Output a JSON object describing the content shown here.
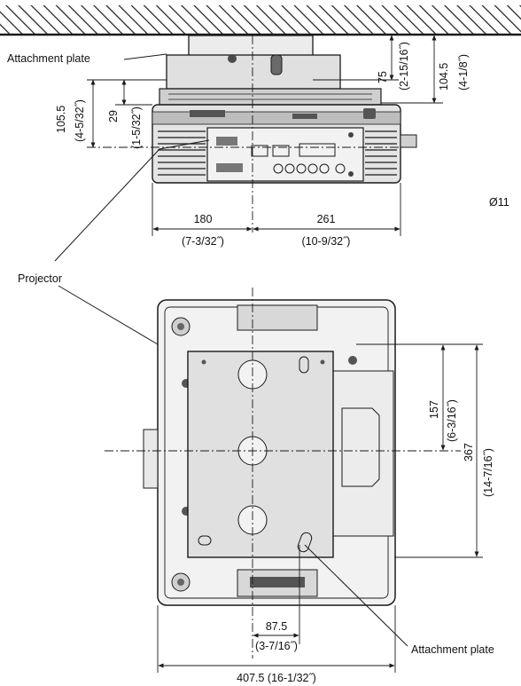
{
  "labels": {
    "attachment_plate_top": "Attachment plate",
    "attachment_plate_bottom": "Attachment plate",
    "projector": "Projector",
    "diameter": "Ø11"
  },
  "dimensions": {
    "d75": "75",
    "d75_in": "(2-15/16˝)",
    "d104": "104.5",
    "d104_in": "(4-1/8˝)",
    "d105": "105.5",
    "d105_in": "(4-5/32˝)",
    "d29": "29",
    "d29_in": "(1-5/32˝)",
    "d180": "180",
    "d180_in": "(7-3/32˝)",
    "d261": "261",
    "d261_in": "(10-9/32˝)",
    "d157": "157",
    "d157_in": "(6-3/16˝)",
    "d367": "367",
    "d367_in": "(14-7/16˝)",
    "d87": "87.5",
    "d87_in": "(3-7/16˝)",
    "d407": "407.5 (16-1/32˝)"
  },
  "colors": {
    "line": "#1a1a1a",
    "body_fill": "#d8d8d8",
    "panel_fill": "#eeeeee",
    "dark_fill": "#4a4a4a"
  }
}
